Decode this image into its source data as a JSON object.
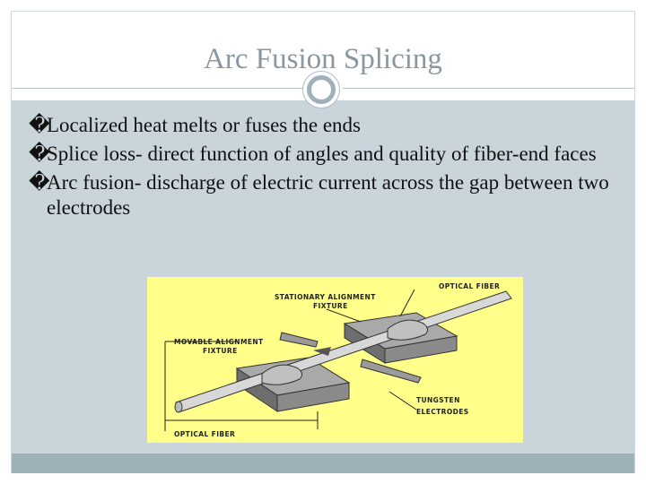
{
  "slide": {
    "title": "Arc Fusion Splicing",
    "bullet_glyph": "�",
    "bullets": [
      {
        "text": "Localized heat melts or fuses the ends"
      },
      {
        "text": "Splice loss- direct function of angles and quality of fiber-end faces"
      },
      {
        "text": "Arc fusion- discharge of electric current across the gap between two electrodes"
      }
    ]
  },
  "figure": {
    "label_optical_fiber_top": "OPTICAL FIBER",
    "label_stationary_line1": "STATIONARY ALIGNMENT",
    "label_stationary_line2": "FIXTURE",
    "label_movable_line1": "MOVABLE ALIGNMENT",
    "label_movable_line2": "FIXTURE",
    "label_tungsten_line1": "TUNGSTEN",
    "label_tungsten_line2": "ELECTRODES",
    "label_optical_fiber_bottom": "OPTICAL FIBER"
  },
  "colors": {
    "content_bg": "#c9d5db",
    "footer_bg": "#9cb1b8",
    "figure_bg": "#ffff8a",
    "title_color": "#8a96a0"
  }
}
